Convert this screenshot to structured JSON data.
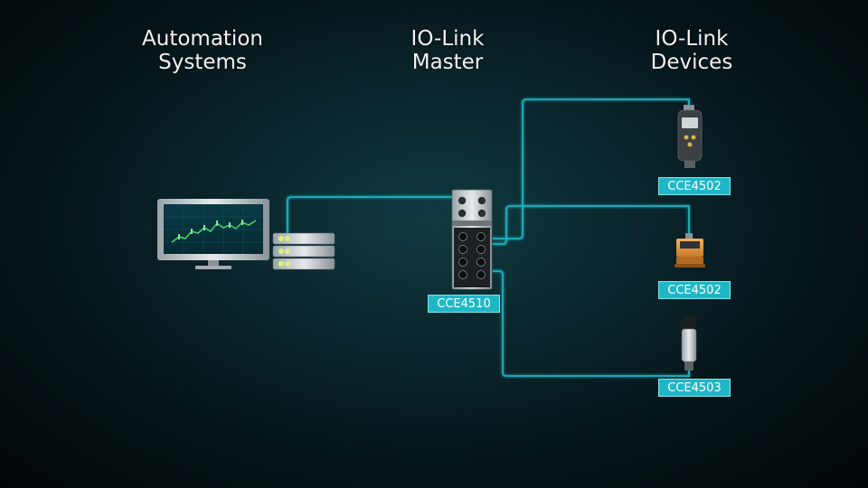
{
  "headings": {
    "automation": "Automation\nSystems",
    "master": "IO-Link\nMaster",
    "devices": "IO-Link\nDevices"
  },
  "labels": {
    "master": "CCE4510",
    "device1": "CCE4502",
    "device2": "CCE4502",
    "device3": "CCE4503"
  },
  "colors": {
    "line": "#1fb7c6",
    "tag_bg": "#1fb7c6",
    "heading": "#f2f2f2",
    "chart_line": "#4fd06a"
  },
  "icons": {
    "monitor": "monitor-icon",
    "server": "server-rack-icon",
    "master": "io-link-master-icon",
    "device1": "sensor-display-icon",
    "device2": "flow-sensor-icon",
    "device3": "cylindrical-sensor-icon"
  }
}
